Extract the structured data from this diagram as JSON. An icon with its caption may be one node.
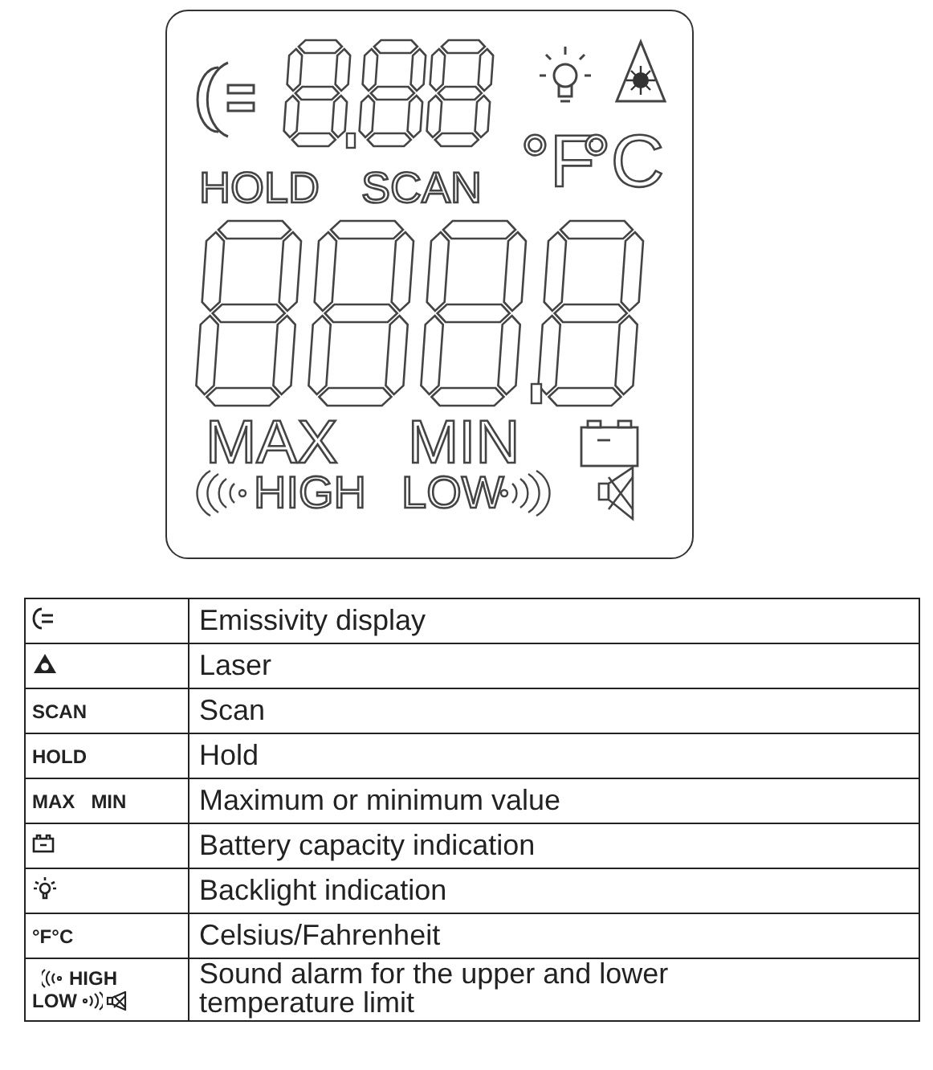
{
  "diagram": {
    "nodes": [
      {
        "text": [
          "HOLD",
          "SCAN",
          "°F",
          "°C",
          "MAX",
          "MIN",
          "HIGH",
          "LOW"
        ]
      }
    ],
    "edges": [],
    "labels": [
      "Emissivity display",
      "Laser",
      "SCAN",
      "Scan",
      "HOLD",
      "Hold",
      "MAX",
      "MIN",
      "Maximum or minimum value",
      "Battery capacity indication",
      "Backlight indication",
      "°F",
      "°C",
      "Celsius/Fahrenheit",
      "HIGH",
      "LOW",
      "Sound alarm for the upper and lower temperature limit"
    ]
  }
}
